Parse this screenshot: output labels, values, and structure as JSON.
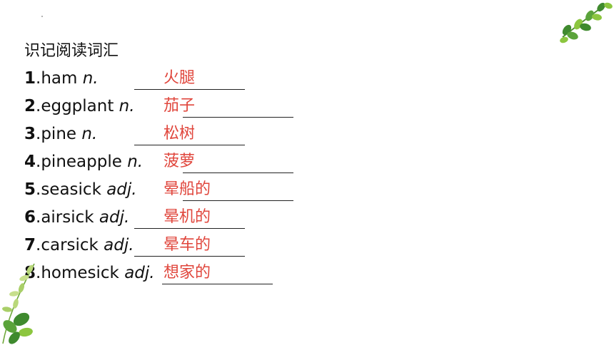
{
  "heading": "识记阅读词汇",
  "items": [
    {
      "num": "1",
      "word": ".ham ",
      "pos": "n.",
      "answer": "火腿"
    },
    {
      "num": "2",
      "word": ".eggplant ",
      "pos": "n.",
      "answer": "茄子"
    },
    {
      "num": "3",
      "word": ".pine ",
      "pos": "n.",
      "answer": "松树"
    },
    {
      "num": "4",
      "word": ".pineapple ",
      "pos": "n.",
      "answer": "菠萝"
    },
    {
      "num": "5",
      "word": ".seasick ",
      "pos": "adj.",
      "answer": "晕船的"
    },
    {
      "num": "6",
      "word": ".airsick ",
      "pos": "adj.",
      "answer": "晕机的"
    },
    {
      "num": "7",
      "word": ".carsick ",
      "pos": "adj.",
      "answer": "晕车的"
    },
    {
      "num": "8",
      "word": ".homesick ",
      "pos": "adj.",
      "answer": "想家的"
    }
  ],
  "colors": {
    "answer": "#e0463c",
    "text": "#111111",
    "leaf_dark": "#3f8a2e",
    "leaf_light": "#8cc63f"
  },
  "icons": {
    "top_right": "leaf-branch-icon",
    "bottom_left": "leaf-branch-icon"
  }
}
